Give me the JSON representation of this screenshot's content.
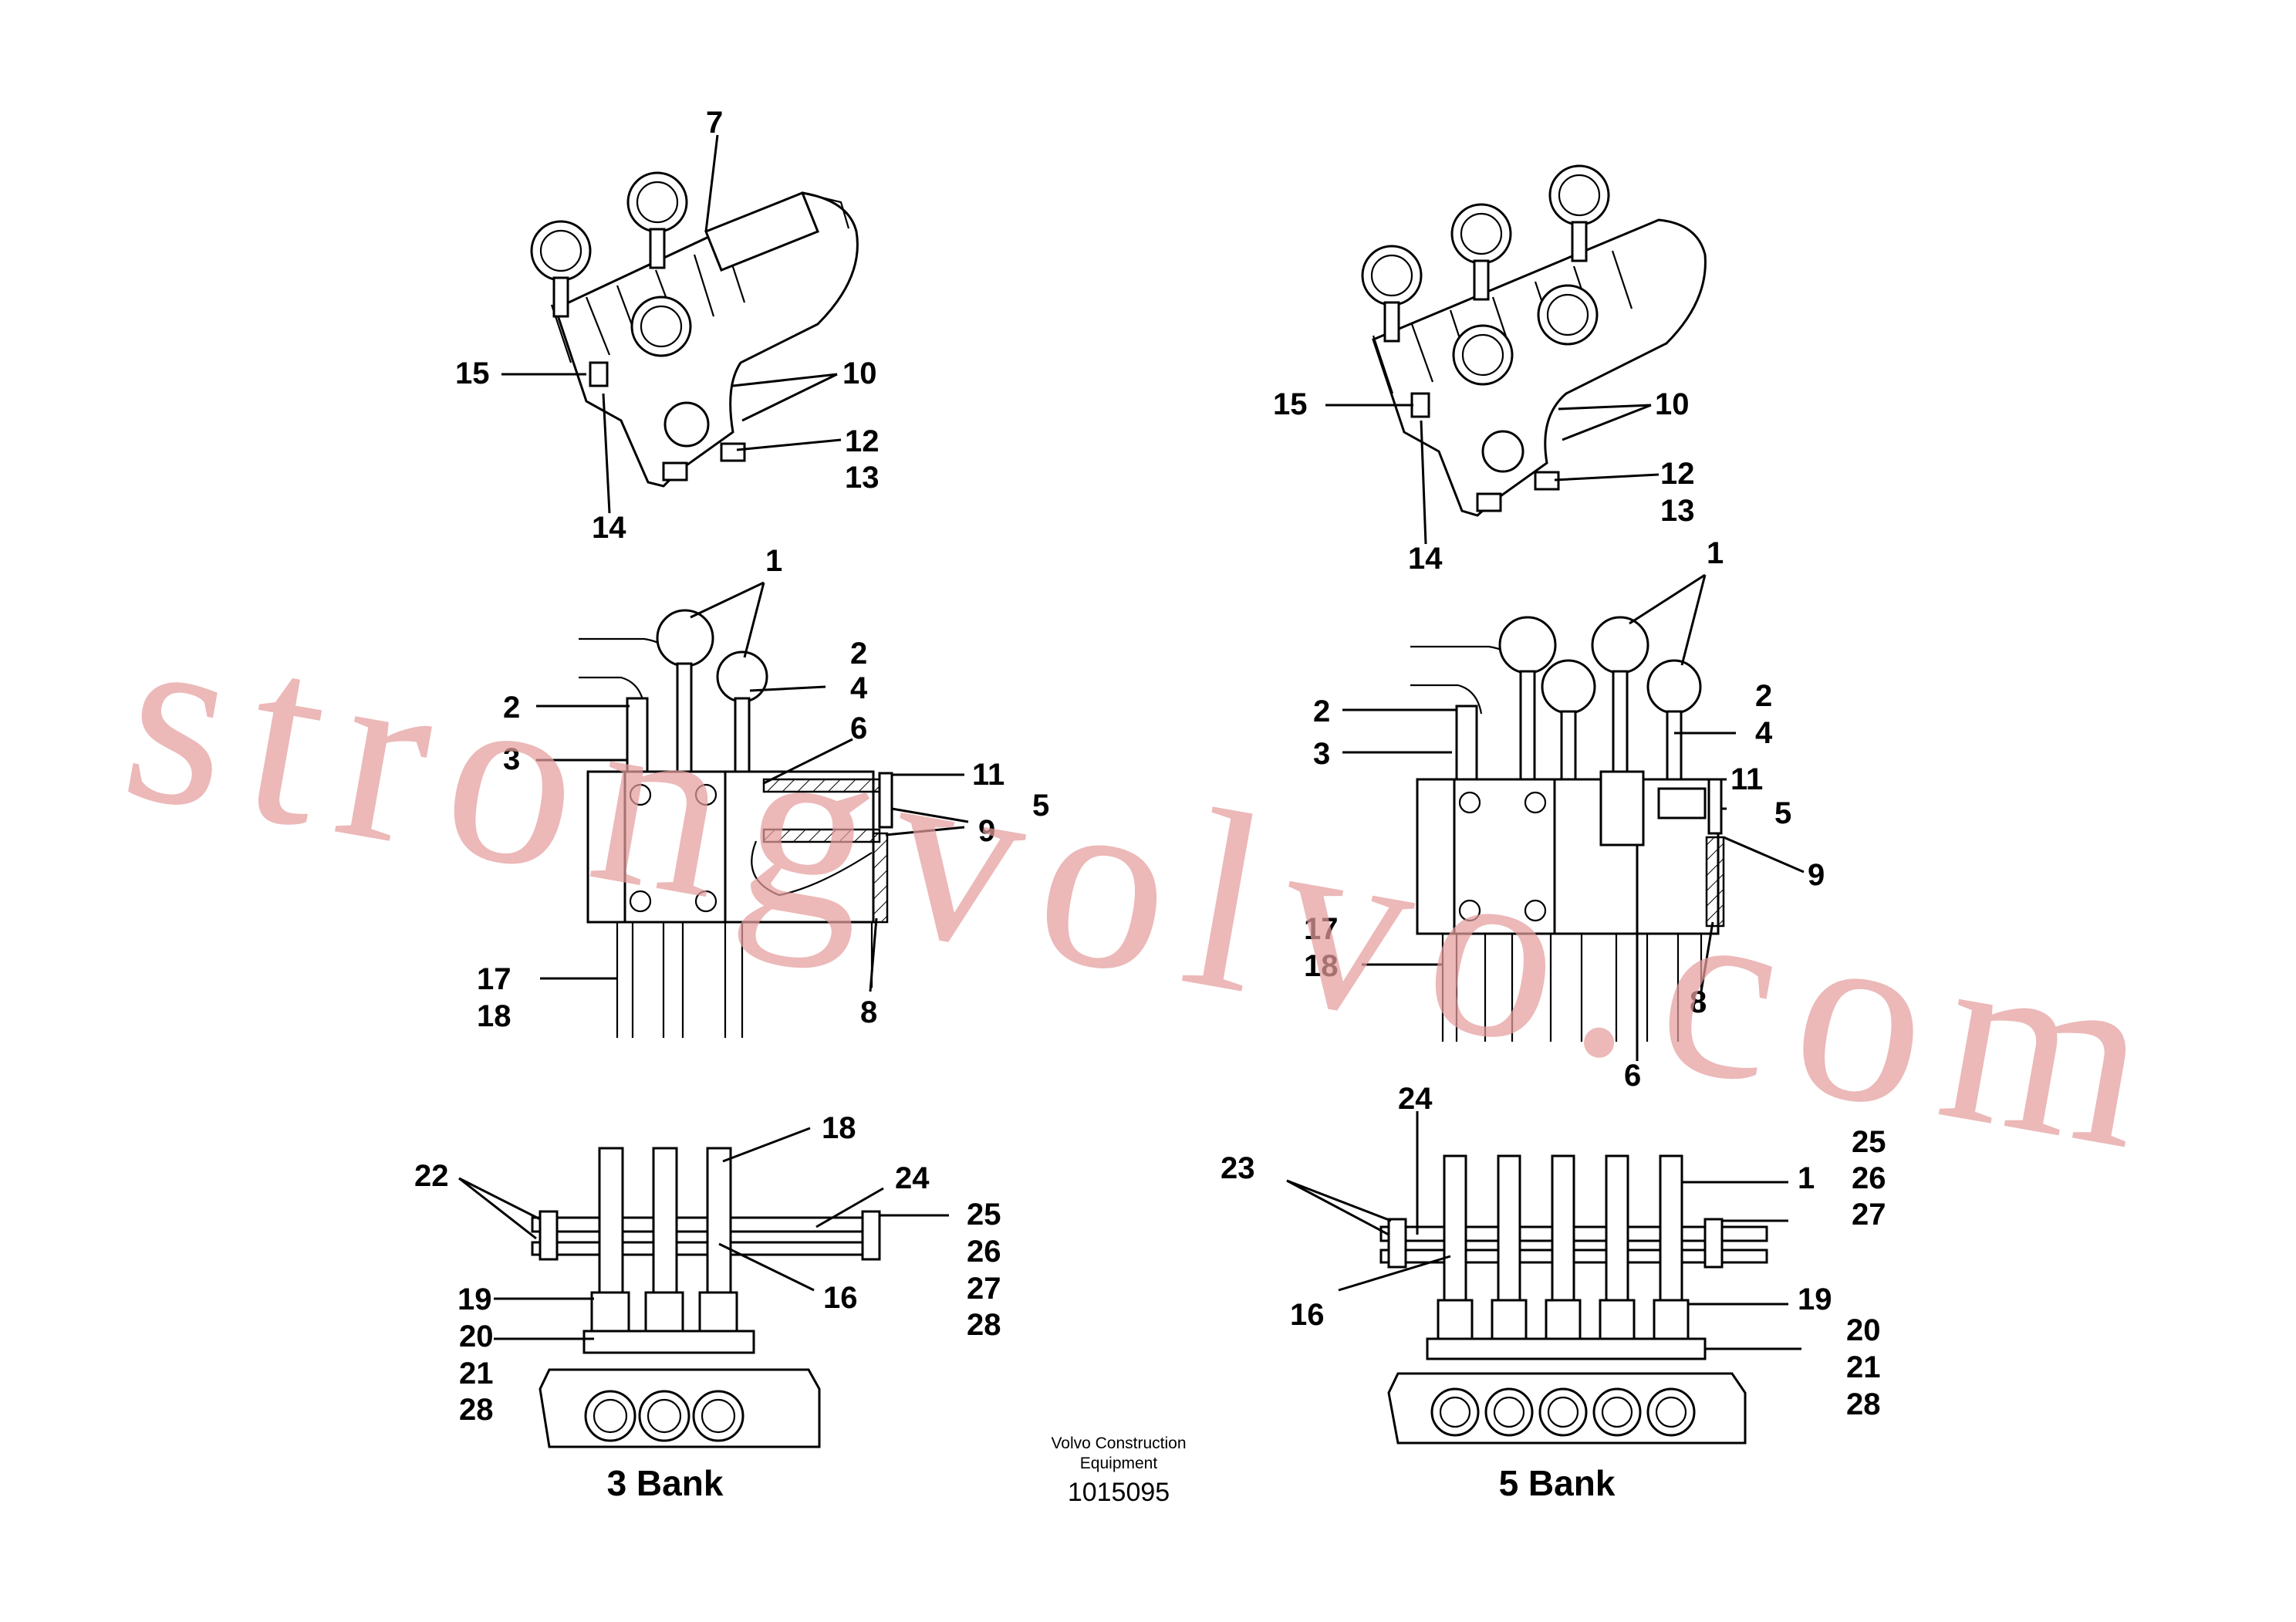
{
  "views": {
    "three_bank": {
      "caption": "3 Bank",
      "labels": {
        "top": [
          "7",
          "10",
          "12",
          "13",
          "14",
          "15"
        ],
        "middle": [
          "1",
          "2",
          "4",
          "6",
          "2",
          "3",
          "11",
          "5",
          "9",
          "17",
          "18",
          "8"
        ],
        "bottom": [
          "18",
          "22",
          "24",
          "25",
          "26",
          "27",
          "28",
          "19",
          "16",
          "20",
          "21",
          "28"
        ]
      }
    },
    "five_bank": {
      "caption": "5 Bank",
      "labels": {
        "top": [
          "10",
          "15",
          "12",
          "13",
          "14"
        ],
        "middle": [
          "1",
          "2",
          "4",
          "2",
          "3",
          "11",
          "5",
          "9",
          "17",
          "18",
          "8",
          "6"
        ],
        "bottom": [
          "24",
          "23",
          "25",
          "26",
          "27",
          "1",
          "16",
          "19",
          "20",
          "21",
          "28"
        ]
      }
    }
  },
  "credit": {
    "line1": "Volvo Construction",
    "line2": "Equipment"
  },
  "document_number": "1015095",
  "watermark": "strongvolvo.com",
  "colors": {
    "line": "#000000",
    "watermark": "#e59d9d",
    "background": "#ffffff"
  }
}
